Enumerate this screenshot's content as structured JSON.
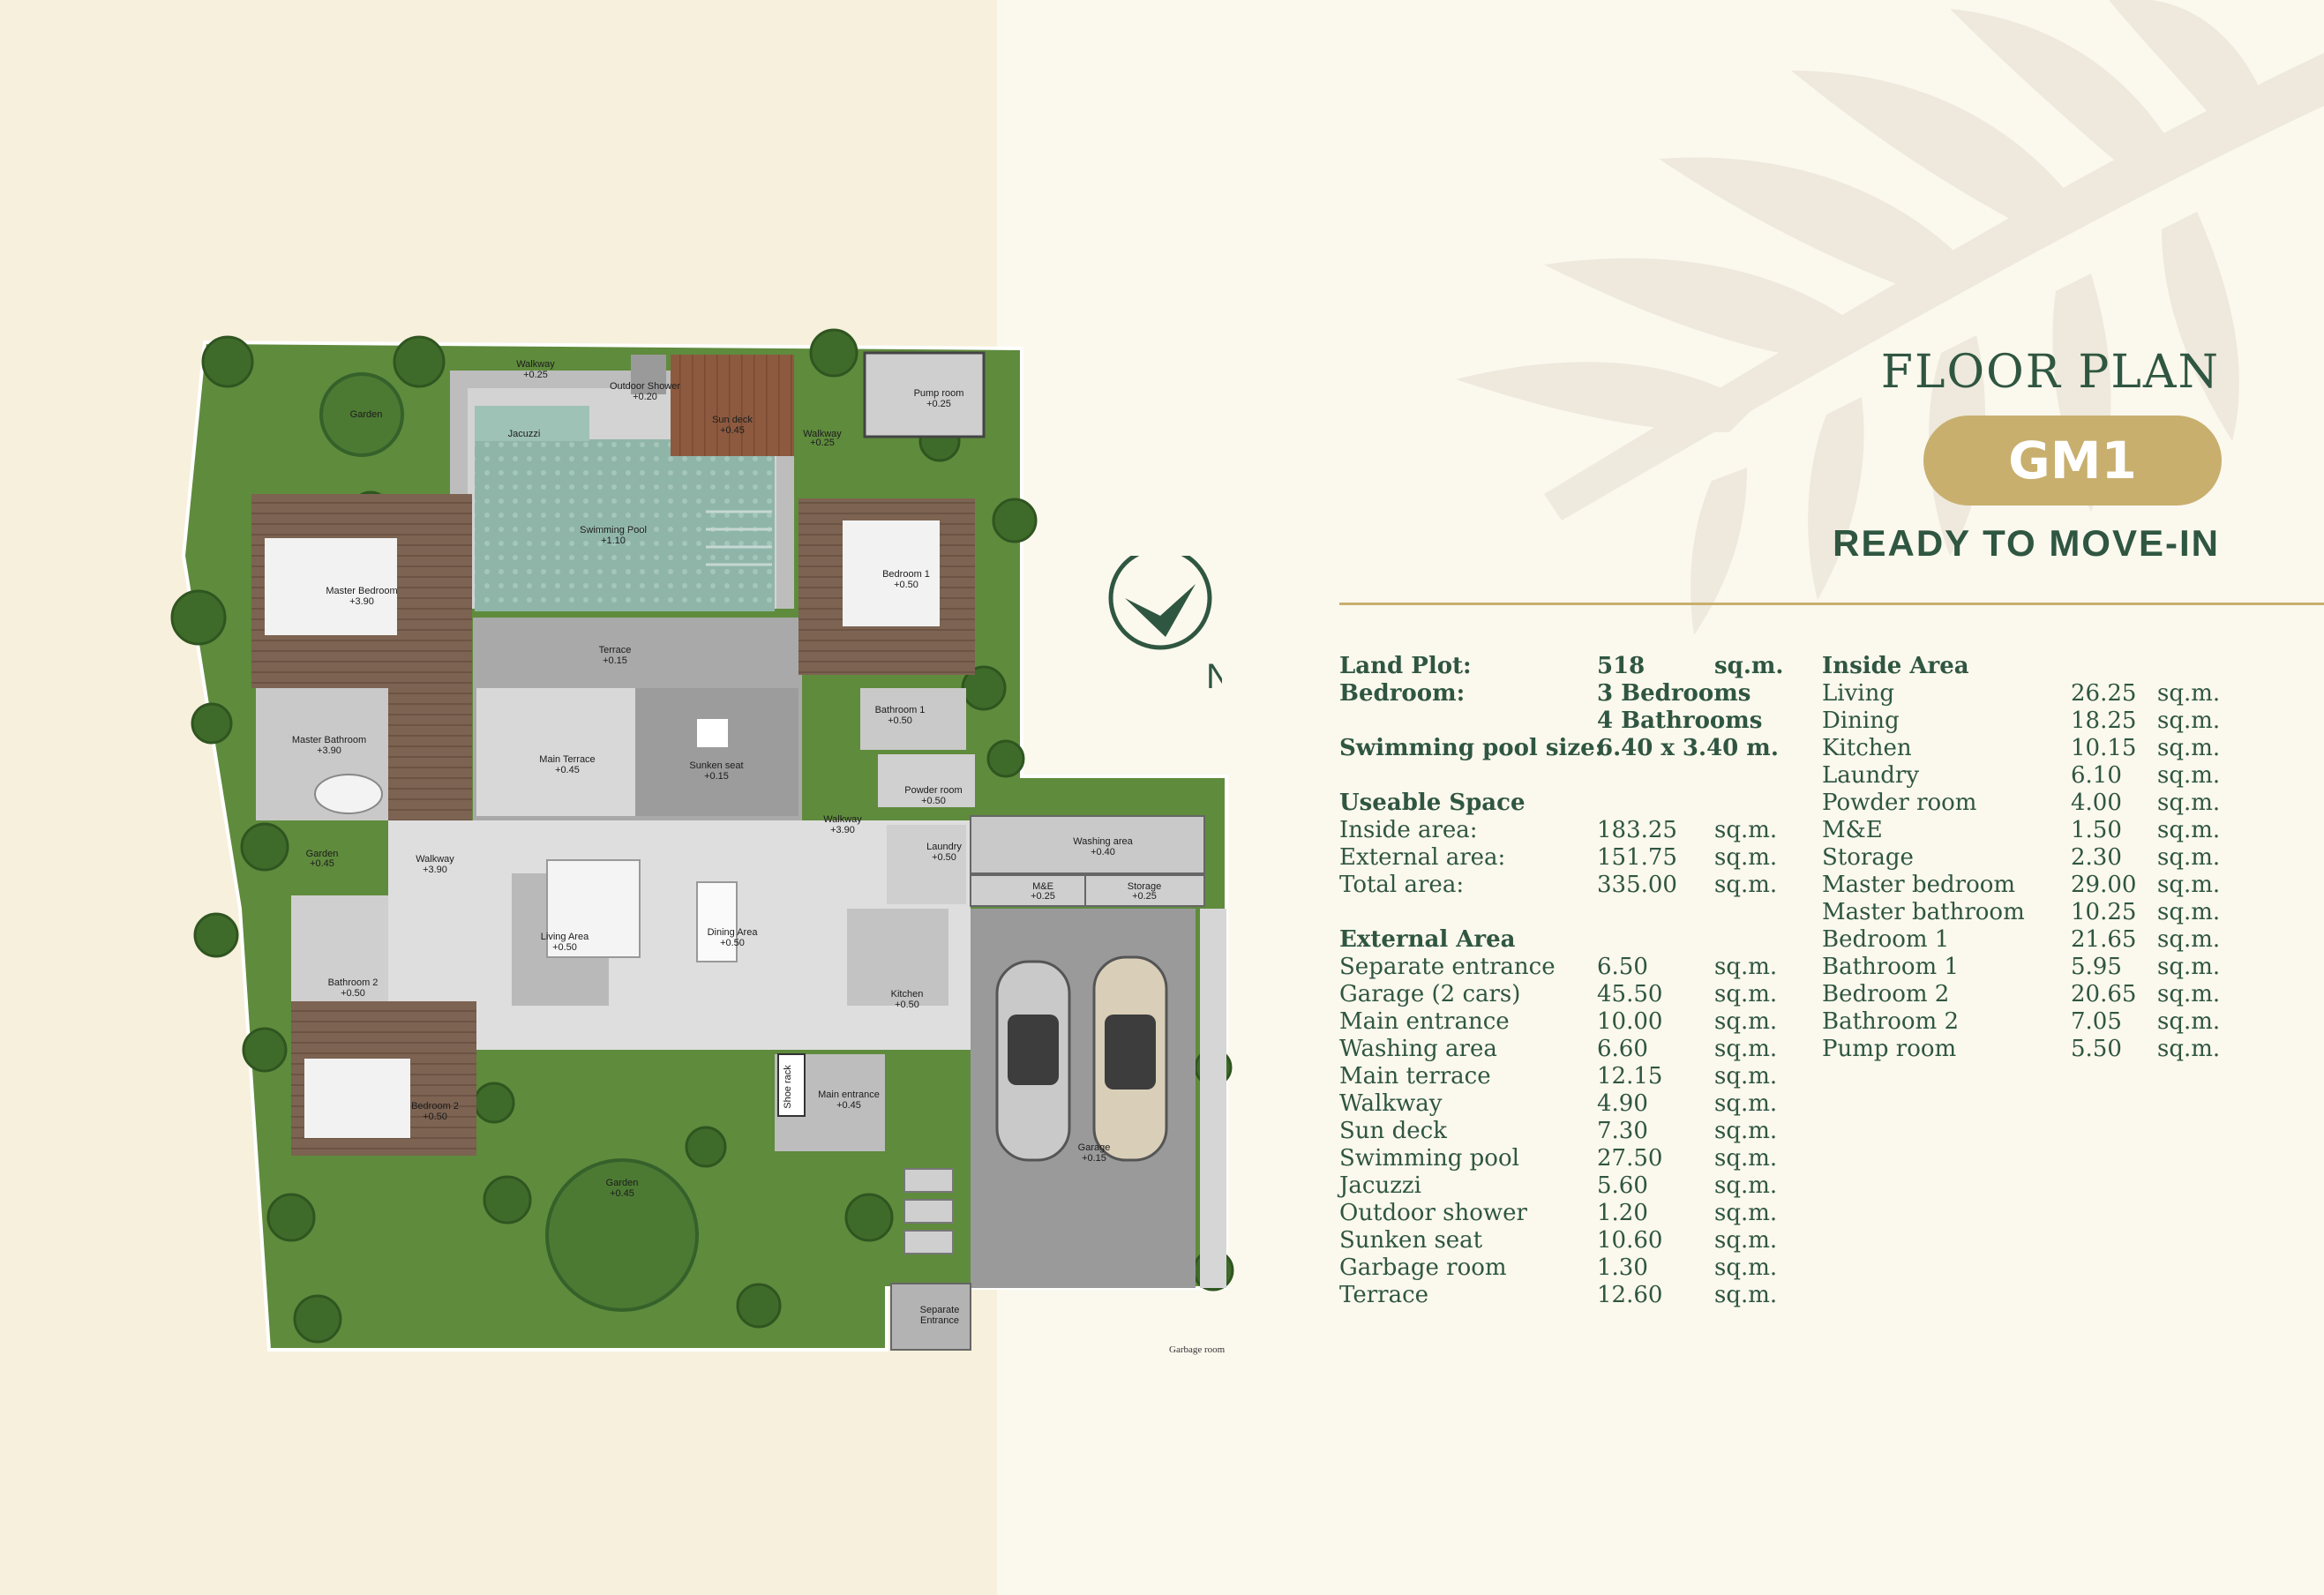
{
  "header": {
    "title": "FLOOR PLAN",
    "badge": "GM1",
    "subtitle": "READY TO MOVE-IN"
  },
  "compass": {
    "label": "N"
  },
  "colors": {
    "green": "#2f5641",
    "gold": "#c8af6e",
    "cream": "#f7f0dc",
    "lawn": "#5f8b3d"
  },
  "summary": {
    "land_plot": {
      "label": "Land Plot:",
      "value": "518",
      "unit": "sq.m."
    },
    "bedroom": {
      "label": "Bedroom:",
      "value": "3 Bedrooms",
      "value2": "4 Bathrooms"
    },
    "pool_size": {
      "label": "Swimming pool size:",
      "value": "6.40 x 3.40 m."
    }
  },
  "useable": {
    "heading": "Useable Space",
    "rows": [
      {
        "label": "Inside area:",
        "value": "183.25",
        "unit": "sq.m."
      },
      {
        "label": "External area:",
        "value": "151.75",
        "unit": "sq.m."
      },
      {
        "label": "Total area:",
        "value": "335.00",
        "unit": "sq.m."
      }
    ]
  },
  "external": {
    "heading": "External Area",
    "rows": [
      {
        "label": "Separate entrance",
        "value": "6.50",
        "unit": "sq.m."
      },
      {
        "label": "Garage (2 cars)",
        "value": "45.50",
        "unit": "sq.m."
      },
      {
        "label": "Main entrance",
        "value": "10.00",
        "unit": "sq.m."
      },
      {
        "label": "Washing area",
        "value": "6.60",
        "unit": "sq.m."
      },
      {
        "label": "Main terrace",
        "value": "12.15",
        "unit": "sq.m."
      },
      {
        "label": "Walkway",
        "value": "4.90",
        "unit": "sq.m."
      },
      {
        "label": "Sun deck",
        "value": "7.30",
        "unit": "sq.m."
      },
      {
        "label": "Swimming pool",
        "value": "27.50",
        "unit": "sq.m."
      },
      {
        "label": "Jacuzzi",
        "value": "5.60",
        "unit": "sq.m."
      },
      {
        "label": "Outdoor shower",
        "value": "1.20",
        "unit": "sq.m."
      },
      {
        "label": "Sunken seat",
        "value": "10.60",
        "unit": "sq.m."
      },
      {
        "label": "Garbage room",
        "value": "1.30",
        "unit": "sq.m."
      },
      {
        "label": "Terrace",
        "value": "12.60",
        "unit": "sq.m."
      }
    ]
  },
  "inside": {
    "heading": "Inside Area",
    "rows": [
      {
        "label": "Living",
        "value": "26.25",
        "unit": "sq.m."
      },
      {
        "label": "Dining",
        "value": "18.25",
        "unit": "sq.m."
      },
      {
        "label": "Kitchen",
        "value": "10.15",
        "unit": "sq.m."
      },
      {
        "label": "Laundry",
        "value": "6.10",
        "unit": "sq.m."
      },
      {
        "label": "Powder room",
        "value": "4.00",
        "unit": "sq.m."
      },
      {
        "label": "M&E",
        "value": "1.50",
        "unit": "sq.m."
      },
      {
        "label": "Storage",
        "value": "2.30",
        "unit": "sq.m."
      },
      {
        "label": "Master bedroom",
        "value": "29.00",
        "unit": "sq.m."
      },
      {
        "label": "Master bathroom",
        "value": "10.25",
        "unit": "sq.m."
      },
      {
        "label": "Bedroom 1",
        "value": "21.65",
        "unit": "sq.m."
      },
      {
        "label": "Bathroom 1",
        "value": "5.95",
        "unit": "sq.m."
      },
      {
        "label": "Bedroom 2",
        "value": "20.65",
        "unit": "sq.m."
      },
      {
        "label": "Bathroom 2",
        "value": "7.05",
        "unit": "sq.m."
      },
      {
        "label": "Pump room",
        "value": "5.50",
        "unit": "sq.m."
      }
    ]
  },
  "plan": {
    "walkway_top": {
      "name": "Walkway",
      "level": "+0.25"
    },
    "outdoor_shower": {
      "name": "Outdoor Shower",
      "level": "+0.20"
    },
    "sun_deck": {
      "name": "Sun deck",
      "level": "+0.45"
    },
    "walkway_top_right": {
      "name": "Walkway",
      "level": "+0.25"
    },
    "pump_room": {
      "name": "Pump room",
      "level": "+0.25"
    },
    "garden_tl": {
      "name": "Garden"
    },
    "jacuzzi": {
      "name": "Jacuzzi"
    },
    "swimming_pool": {
      "name": "Swimming Pool",
      "level": "+1.10"
    },
    "master_bedroom": {
      "name": "Master Bedroom",
      "level": "+3.90"
    },
    "bedroom_1": {
      "name": "Bedroom 1",
      "level": "+0.50"
    },
    "terrace": {
      "name": "Terrace",
      "level": "+0.15"
    },
    "master_bathroom": {
      "name": "Master Bathroom",
      "level": "+3.90"
    },
    "bathroom_1": {
      "name": "Bathroom 1",
      "level": "+0.50"
    },
    "main_terrace": {
      "name": "Main Terrace",
      "level": "+0.45"
    },
    "sunken_seat": {
      "name": "Sunken seat",
      "level": "+0.15"
    },
    "powder_room": {
      "name": "Powder room",
      "level": "+0.50"
    },
    "walkway_center": {
      "name": "Walkway",
      "level": "+3.90"
    },
    "garden_left": {
      "name": "Garden",
      "level": "+0.45"
    },
    "walkway_left": {
      "name": "Walkway",
      "level": "+3.90"
    },
    "laundry": {
      "name": "Laundry",
      "level": "+0.50"
    },
    "washing_area": {
      "name": "Washing area",
      "level": "+0.40"
    },
    "me": {
      "name": "M&E",
      "level": "+0.25"
    },
    "storage": {
      "name": "Storage",
      "level": "+0.25"
    },
    "living_area": {
      "name": "Living Area",
      "level": "+0.50"
    },
    "dining_area": {
      "name": "Dining Area",
      "level": "+0.50"
    },
    "bathroom_2": {
      "name": "Bathroom 2",
      "level": "+0.50"
    },
    "kitchen": {
      "name": "Kitchen",
      "level": "+0.50"
    },
    "bedroom_2": {
      "name": "Bedroom 2",
      "level": "+0.50"
    },
    "shoe_rack": {
      "name": "Shoe rack"
    },
    "main_entrance": {
      "name": "Main entrance",
      "level": "+0.45"
    },
    "garage": {
      "name": "Garage",
      "level": "+0.15"
    },
    "garden_bottom": {
      "name": "Garden",
      "level": "+0.45"
    },
    "separate_entrance": {
      "name": "Separate",
      "name2": "Entrance"
    },
    "garbage_room": {
      "name": "Garbage room"
    }
  }
}
